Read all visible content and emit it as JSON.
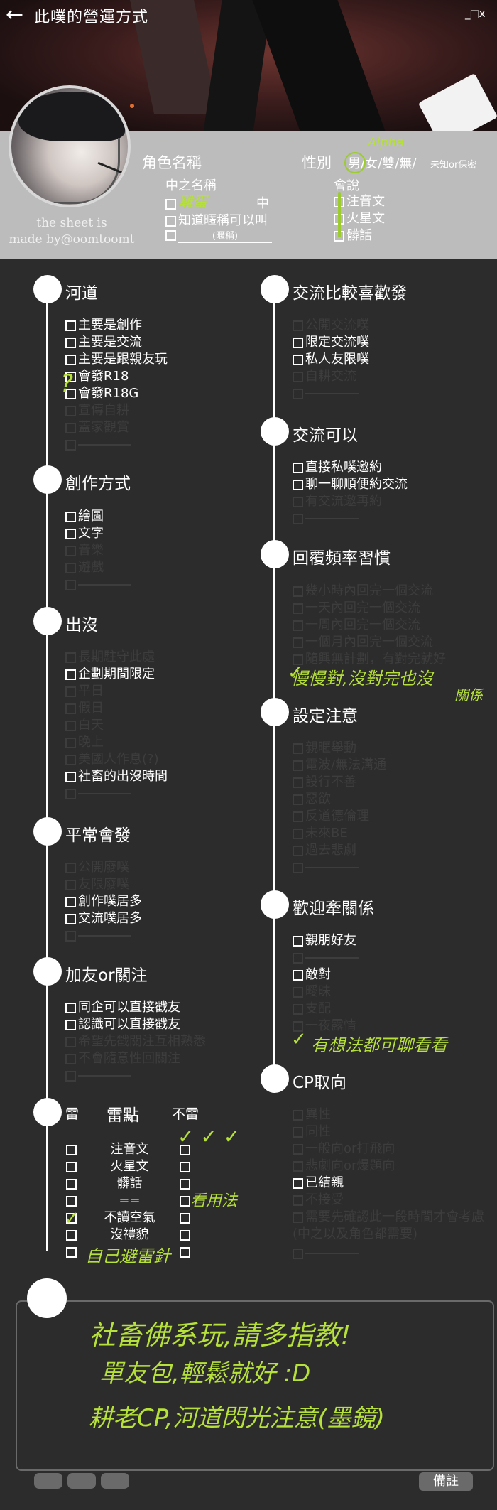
{
  "header": {
    "back": "←",
    "title": "此噗的營運方式",
    "controls": "_□x"
  },
  "credit": {
    "line1": "the sheet is",
    "line2": "made by@oomtoomt"
  },
  "profile": {
    "role_name_label": "角色名稱",
    "gender_label": "性別",
    "gender_options": "男/女/雙/無/",
    "gender_note": "未知or保密",
    "gender_hand": "Alpha",
    "nick_label": "中之名稱",
    "nick_row1_tail": "中",
    "nick_row1_hand": "雞蛋",
    "nick_row2": "知道暱稱可以叫",
    "nick_row3": "(暱稱)",
    "speak_label": "會說",
    "speak_items": [
      "注音文",
      "火星文",
      "髒話"
    ]
  },
  "left": {
    "s1": {
      "title": "河道",
      "items": [
        "主要是創作",
        "主要是交流",
        "主要是跟親友玩",
        "會發R18",
        "會發R18G"
      ],
      "dim": [
        "宣傳自耕",
        "蓋家觀賞"
      ]
    },
    "s2": {
      "title": "創作方式",
      "items": [
        "繪圖",
        "文字"
      ],
      "dim": [
        "音樂",
        "遊戲"
      ]
    },
    "s3": {
      "title": "出沒",
      "items": [
        "企劃期間限定",
        "社畜的出沒時間"
      ],
      "dim": [
        "長期駐守此處",
        "平日",
        "假日",
        "白天",
        "晚上",
        "美國人作息(?)"
      ]
    },
    "s4": {
      "title": "平常會發",
      "items": [
        "創作噗居多",
        "交流噗居多"
      ],
      "dim": [
        "公開廢噗",
        "友限廢噗"
      ]
    },
    "s5": {
      "title": "加友or關注",
      "items": [
        "同企可以直接戳友",
        "認識可以直接戳友"
      ],
      "dim": [
        "希望先戳關注互相熟悉",
        "不會隨意性回關注"
      ]
    },
    "s6": {
      "title": "雷點",
      "left_head": "雷",
      "right_head": "不雷",
      "rows": [
        "注音文",
        "火星文",
        "髒話",
        "==",
        "不讀空氣",
        "沒禮貌"
      ],
      "hand_right": "看用法",
      "hand_bottom": "自己避雷針"
    }
  },
  "right": {
    "s1": {
      "title": "交流比較喜歡發",
      "items": [
        "限定交流噗",
        "私人友限噗"
      ],
      "dim": [
        "公開交流噗",
        "自耕交流"
      ]
    },
    "s2": {
      "title": "交流可以",
      "items": [
        "直接私噗邀約",
        "聊一聊順便約交流"
      ],
      "dim": [
        "有交流邀再約"
      ]
    },
    "s3": {
      "title": "回覆頻率習慣",
      "dim": [
        "幾小時內回完一個交流",
        "一天內回完一個交流",
        "一周內回完一個交流",
        "一個月內回完一個交流",
        "隨興無計劃，有對完就好"
      ],
      "hand": "慢慢對,沒對完也沒",
      "hand2": "關係"
    },
    "s4": {
      "title": "設定注意",
      "dim": [
        "親暱舉動",
        "電波/無法溝通",
        "設行不善",
        "惡欲",
        "反道德倫理",
        "未來BE",
        "過去悲劇"
      ]
    },
    "s5": {
      "title": "歡迎牽關係",
      "items": [
        "親朋好友",
        "敵對"
      ],
      "dim": [
        "曖昧",
        "支配",
        "一夜露情"
      ],
      "hand": "有想法都可聊看看"
    },
    "s6": {
      "title": "CP取向",
      "items": [
        "已結親"
      ],
      "dim": [
        "異性",
        "同性",
        "一般向or打飛向",
        "悲劇向or爆題向",
        "不接受",
        "需要先確認此一段時間才會考慮",
        "(中之以及角色都需要)"
      ]
    }
  },
  "note": {
    "line1": "社畜佛系玩,請多指教!",
    "line2": "單友包,輕鬆就好 :D",
    "line3": "耕老CP,河道閃光注意(墨鏡)"
  },
  "footer": {
    "note_button": "備註"
  }
}
